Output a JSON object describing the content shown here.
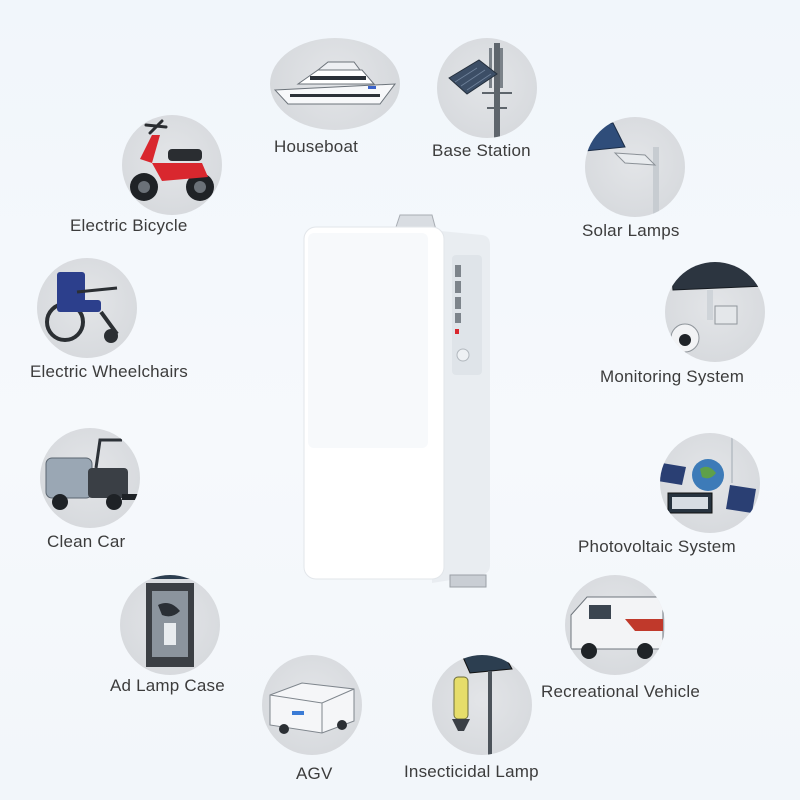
{
  "applications": [
    {
      "key": "houseboat",
      "label": "Houseboat",
      "icon": "houseboat-icon"
    },
    {
      "key": "base-station",
      "label": "Base Station",
      "icon": "base-station-icon"
    },
    {
      "key": "electric-bicycle",
      "label": "Electric Bicycle",
      "icon": "electric-bicycle-icon"
    },
    {
      "key": "solar-lamps",
      "label": "Solar Lamps",
      "icon": "solar-lamp-icon"
    },
    {
      "key": "electric-wheelchairs",
      "label": "Electric Wheelchairs",
      "icon": "wheelchair-icon"
    },
    {
      "key": "monitoring-system",
      "label": "Monitoring System",
      "icon": "security-camera-icon"
    },
    {
      "key": "clean-car",
      "label": "Clean Car",
      "icon": "floor-sweeper-icon"
    },
    {
      "key": "photovoltaic-system",
      "label": "Photovoltaic System",
      "icon": "wind-solar-icon"
    },
    {
      "key": "ad-lamp-case",
      "label": "Ad Lamp Case",
      "icon": "ad-lightbox-icon"
    },
    {
      "key": "recreational-vehicle",
      "label": "Recreational  Vehicle",
      "icon": "motorhome-icon"
    },
    {
      "key": "agv",
      "label": "AGV",
      "icon": "agv-robot-icon"
    },
    {
      "key": "insecticidal-lamp",
      "label": "Insecticidal Lamp",
      "icon": "insect-lamp-icon"
    }
  ],
  "product": {
    "icon": "wall-battery-icon"
  },
  "colors": {
    "background": "#f3f7fb",
    "circle": "#d8dbdf",
    "label": "#3c3c3c",
    "accent_red": "#d9272e"
  }
}
